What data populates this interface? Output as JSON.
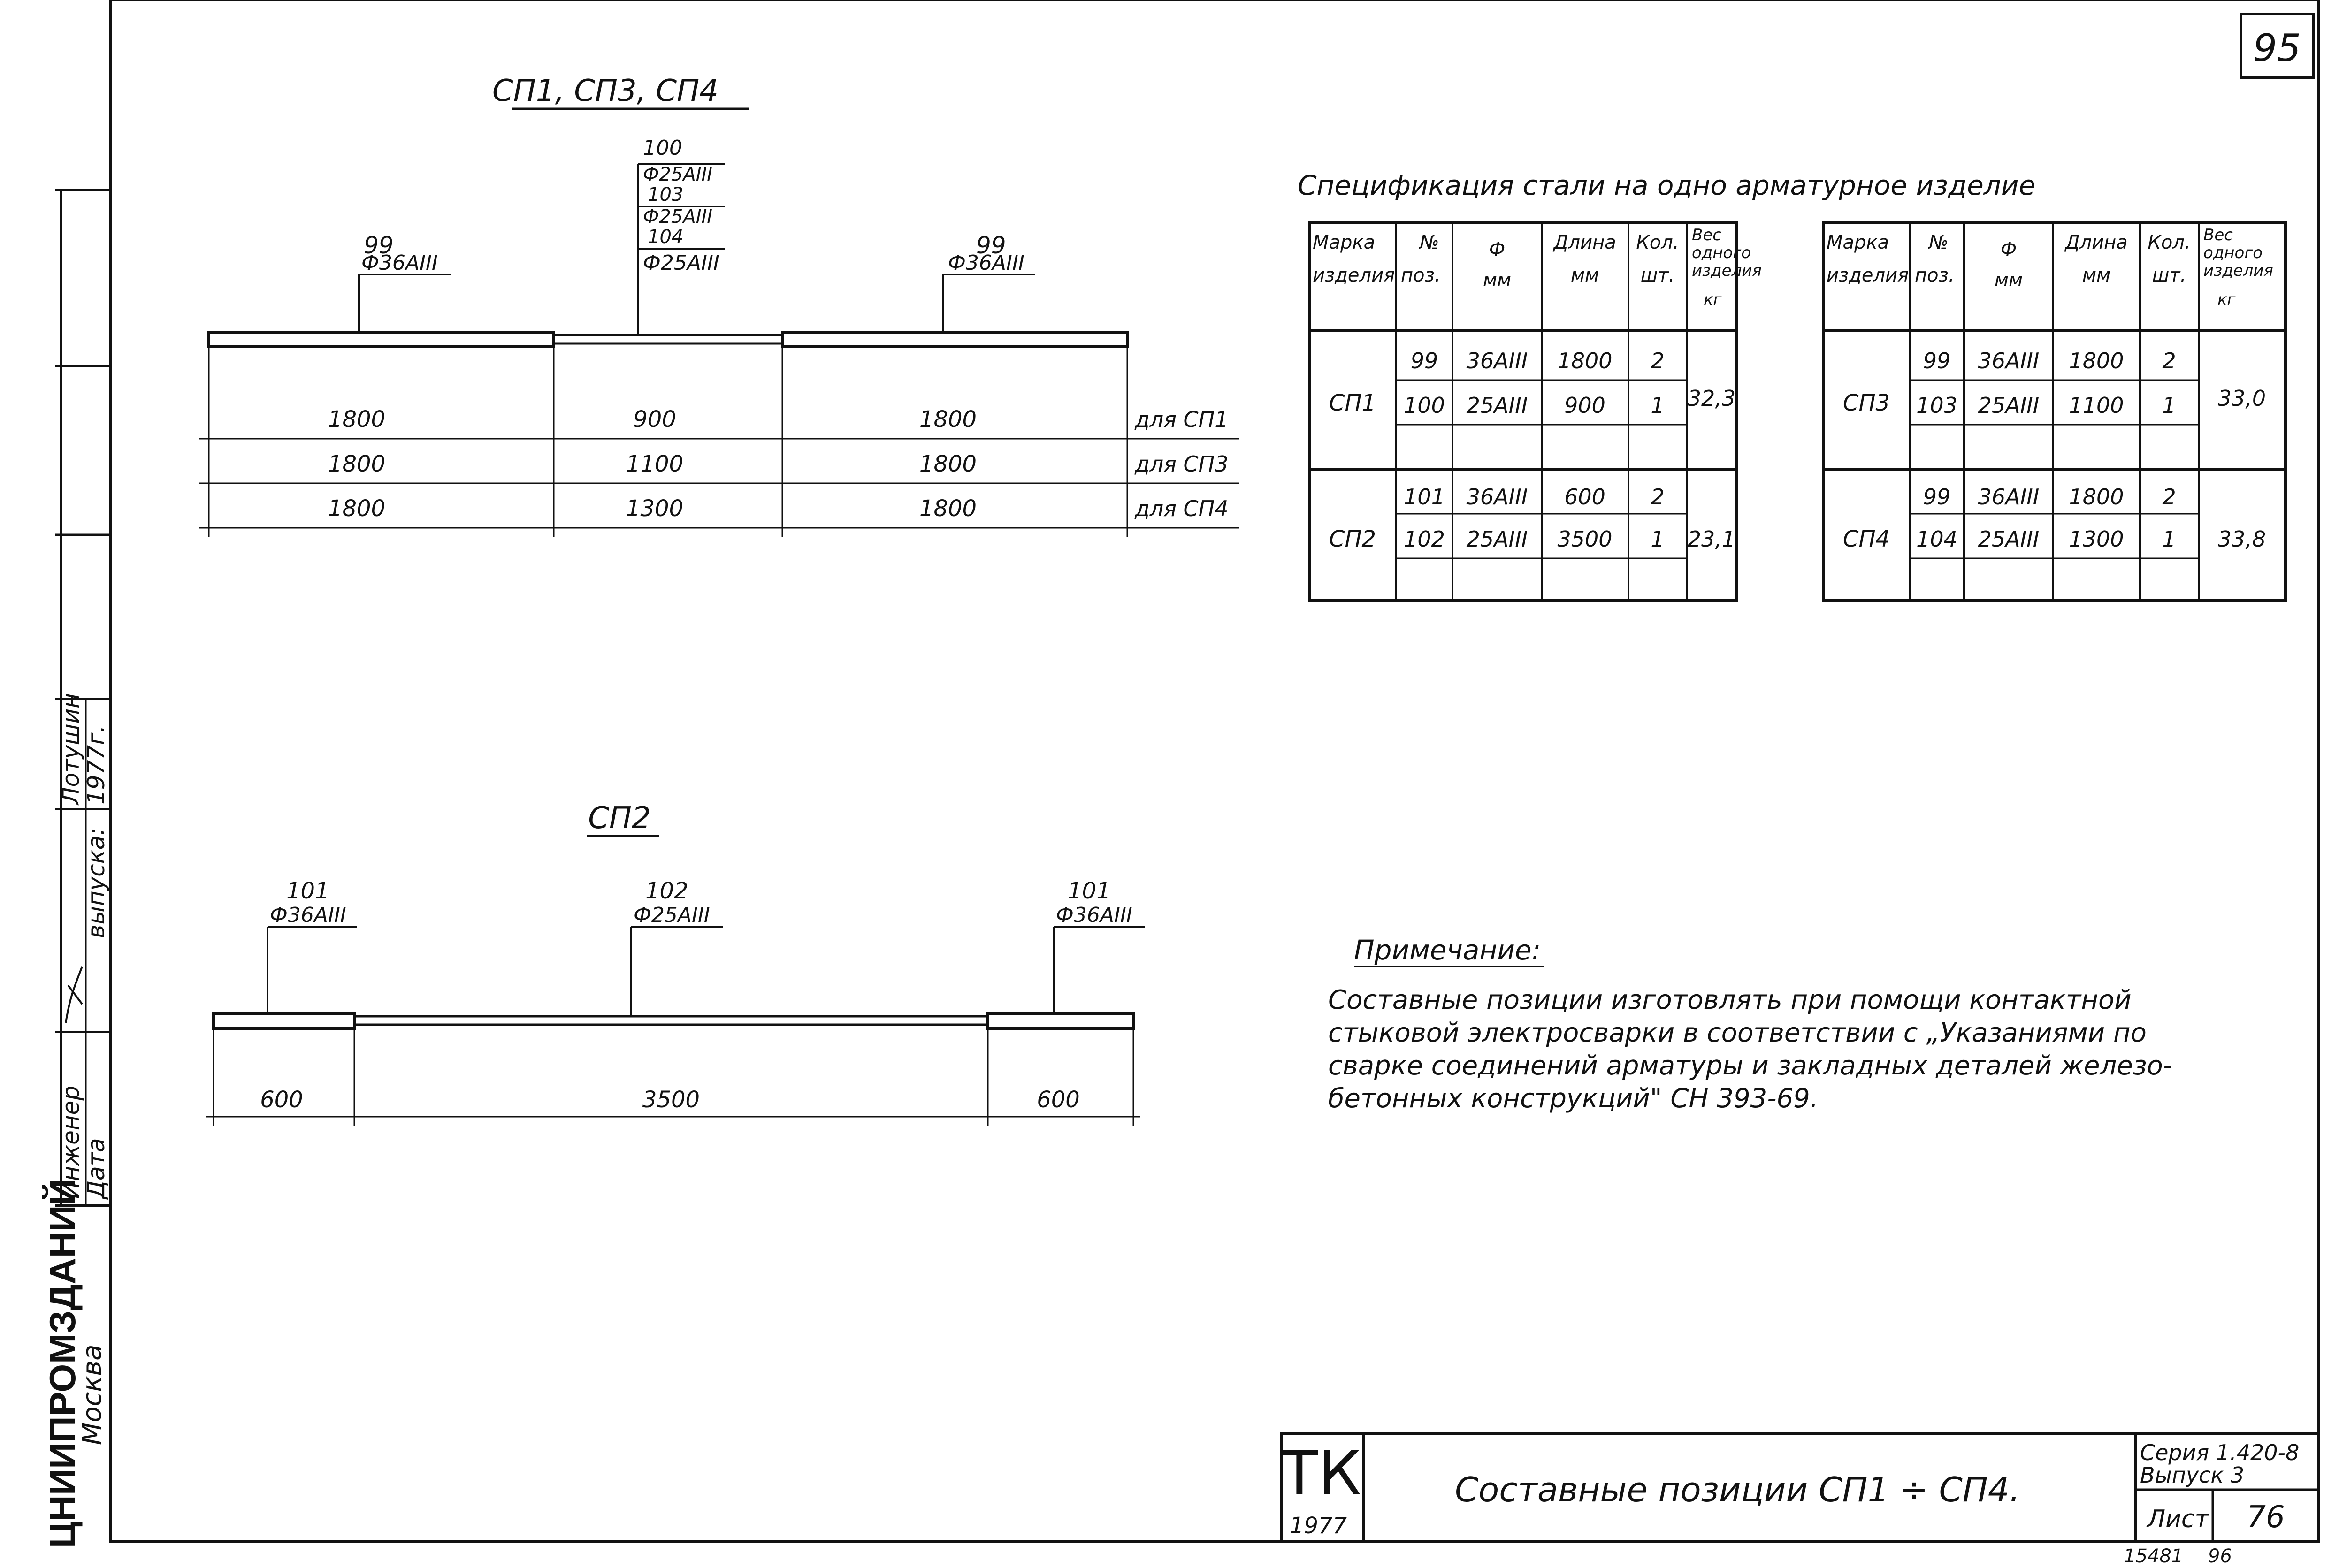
{
  "sheet_number_top": "95",
  "drawing_top": {
    "title": "СП1, СП3, СП4",
    "left_callout": {
      "pos": "99",
      "bar": "Ф36АIII"
    },
    "center_callout": [
      "100",
      "Ф25АIII",
      "103",
      "Ф25АIII",
      "104",
      "Ф25АIII"
    ],
    "right_callout": {
      "pos": "99",
      "bar": "Ф36АIII"
    },
    "dimension_rows": [
      {
        "a": "1800",
        "b": "900",
        "c": "1800",
        "label": "для СП1"
      },
      {
        "a": "1800",
        "b": "1100",
        "c": "1800",
        "label": "для СП3"
      },
      {
        "a": "1800",
        "b": "1300",
        "c": "1800",
        "label": "для СП4"
      }
    ]
  },
  "drawing_bottom": {
    "title": "СП2",
    "left_callout": {
      "pos": "101",
      "bar": "Ф36АIII"
    },
    "center_callout": {
      "pos": "102",
      "bar": "Ф25АIII"
    },
    "right_callout": {
      "pos": "101",
      "bar": "Ф36АIII"
    },
    "dims": [
      "600",
      "3500",
      "600"
    ]
  },
  "spec": {
    "title": "Спецификация стали на одно арматурное изделие",
    "headers": {
      "mark": [
        "Марка",
        "изделия"
      ],
      "pos": [
        "№",
        "поз."
      ],
      "dia": [
        "Ф",
        "мм"
      ],
      "len": [
        "Длина",
        "мм"
      ],
      "qty": [
        "Кол.",
        "шт."
      ],
      "wt": [
        "Вес",
        "одного",
        "изделия",
        "кг"
      ]
    },
    "left_table": [
      {
        "mark": "СП1",
        "weight": "32,3",
        "rows": [
          [
            "99",
            "36АIII",
            "1800",
            "2"
          ],
          [
            "100",
            "25АIII",
            "900",
            "1"
          ]
        ]
      },
      {
        "mark": "СП2",
        "weight": "23,1",
        "rows": [
          [
            "101",
            "36АIII",
            "600",
            "2"
          ],
          [
            "102",
            "25АIII",
            "3500",
            "1"
          ]
        ]
      }
    ],
    "right_table": [
      {
        "mark": "СП3",
        "weight": "33,0",
        "rows": [
          [
            "99",
            "36АIII",
            "1800",
            "2"
          ],
          [
            "103",
            "25АIII",
            "1100",
            "1"
          ]
        ]
      },
      {
        "mark": "СП4",
        "weight": "33,8",
        "rows": [
          [
            "99",
            "36АIII",
            "1800",
            "2"
          ],
          [
            "104",
            "25АIII",
            "1300",
            "1"
          ]
        ]
      }
    ]
  },
  "note": {
    "title": "Примечание:",
    "lines": [
      "Составные позиции изготовлять при помощи контактной",
      "стыковой электросварки в соответствии с „Указаниями по",
      "сварке соединений арматуры и закладных деталей железо-",
      "бетонных конструкций\" СН 393-69."
    ]
  },
  "side_stamp": {
    "engineer_label": "Инженер",
    "engineer_name": "Лотушин",
    "date_label": "Дата",
    "issue_label": "выпуска:",
    "year": "1977г.",
    "org": "ЦНИИПРОМЗДАНИЙ",
    "city": "Москва"
  },
  "title_block": {
    "logo": "ТК",
    "year": "1977",
    "title": "Составные позиции СП1 ÷ СП4.",
    "series": "Серия 1.420-8",
    "issue": "Выпуск 3",
    "sheet_label": "Лист",
    "sheet_no": "76"
  },
  "footer": {
    "code": "15481",
    "page": "96"
  }
}
